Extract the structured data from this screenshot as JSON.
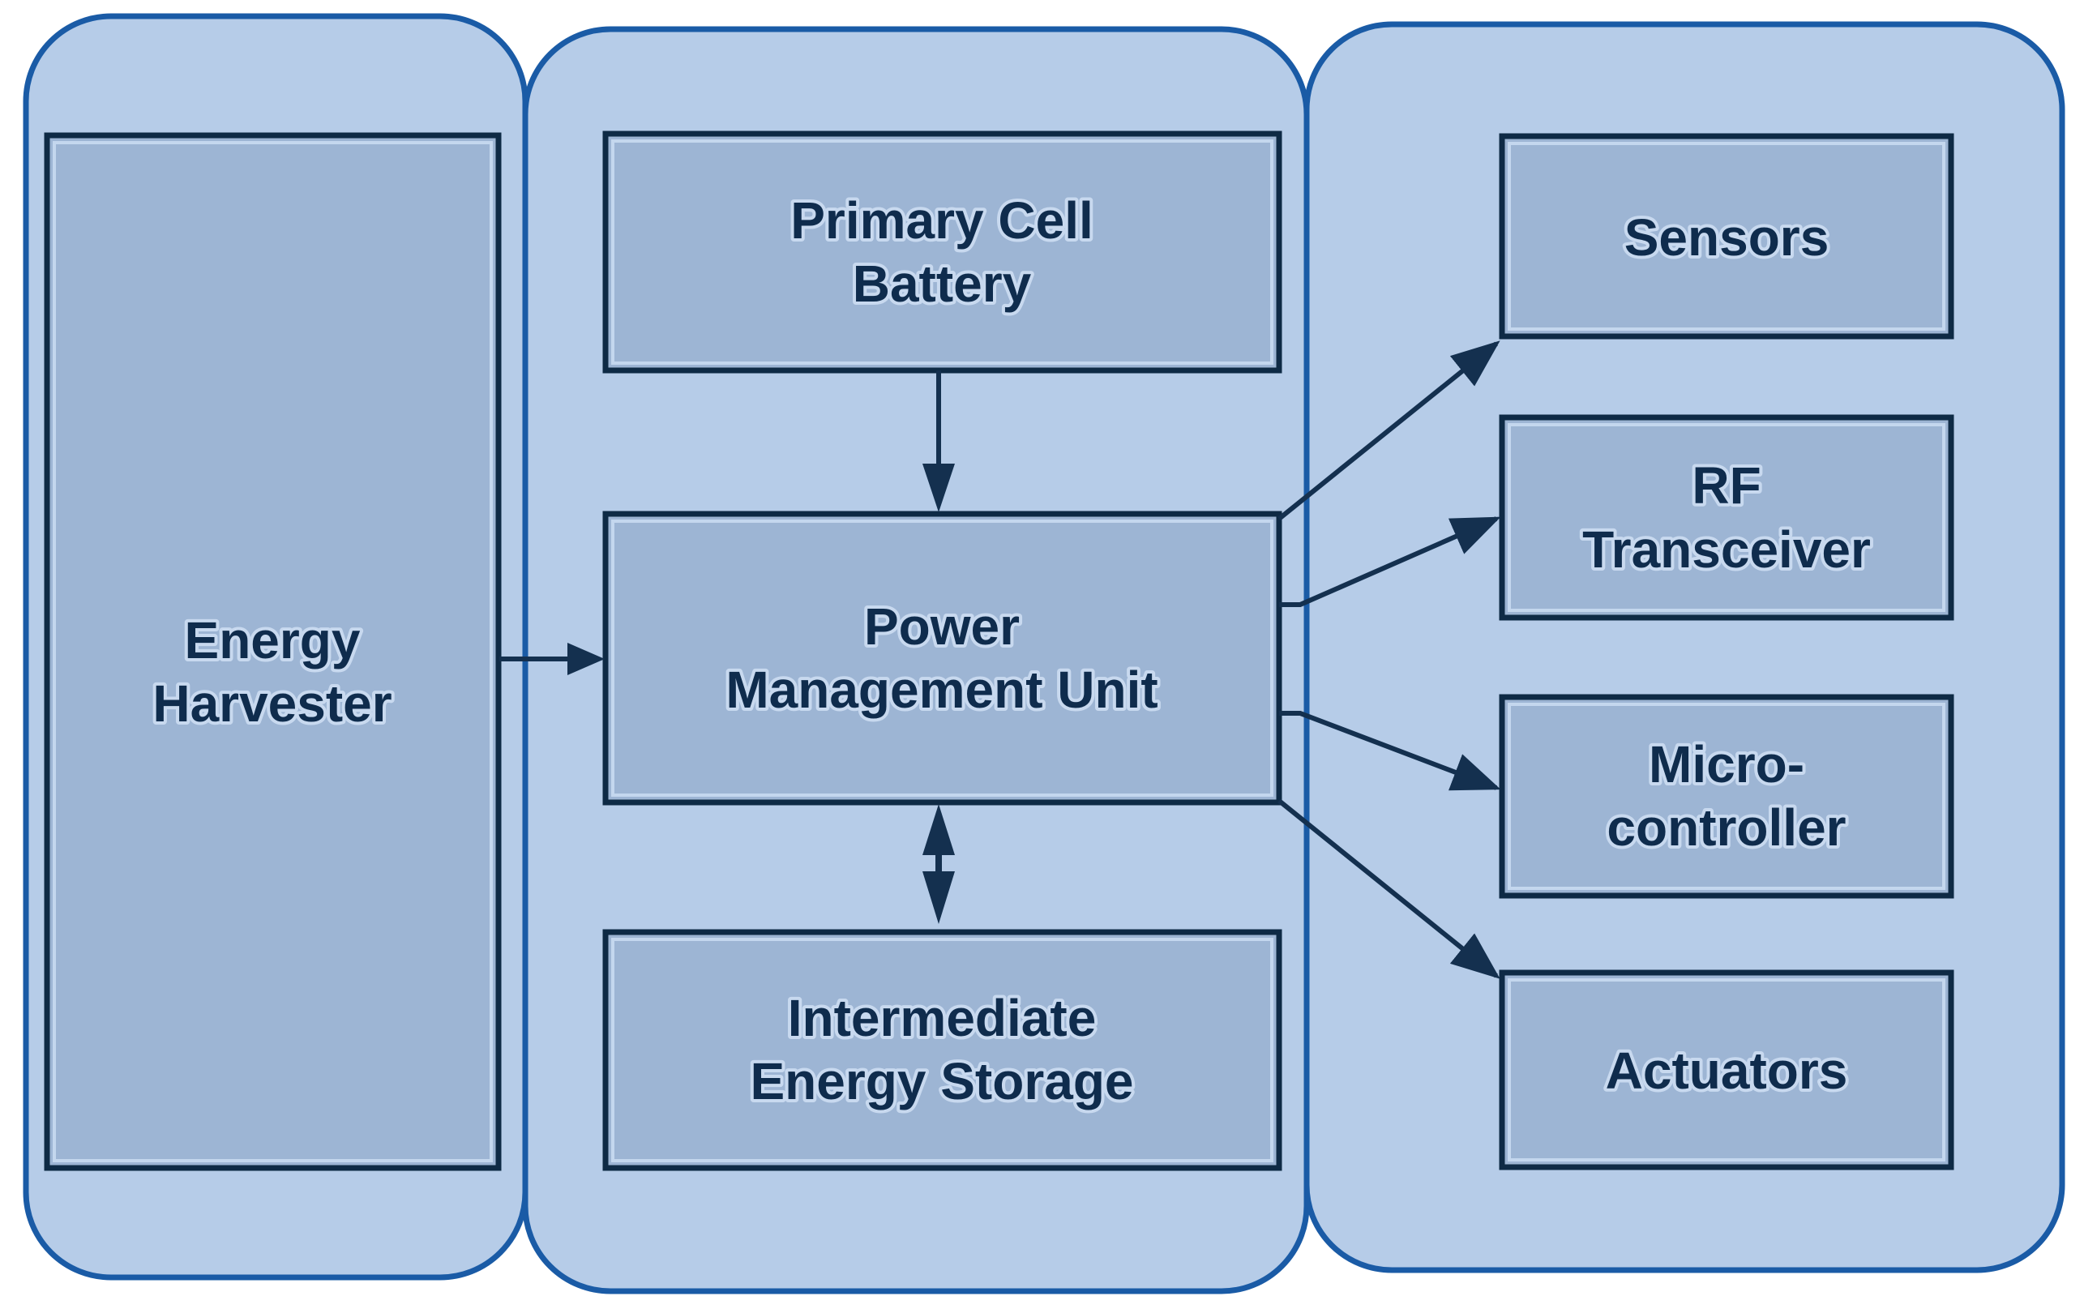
{
  "colors": {
    "background": "#ffffff",
    "container_fill": "#b6cce8",
    "container_border": "#1a5ba6",
    "box_fill": "#9db5d4",
    "box_border": "#0e2a45",
    "box_inner_highlight": "#c4d7ee",
    "text": "#0f2c4d",
    "text_halo": "#c8d9ef",
    "arrow": "#14304f"
  },
  "nodes": {
    "energy_harvester": {
      "line1": "Energy",
      "line2": "Harvester"
    },
    "primary_cell_battery": {
      "line1": "Primary Cell",
      "line2": "Battery"
    },
    "power_management_unit": {
      "line1": "Power",
      "line2": "Management Unit"
    },
    "intermediate_energy_storage": {
      "line1": "Intermediate",
      "line2": "Energy Storage"
    },
    "sensors": {
      "line1": "Sensors"
    },
    "rf_transceiver": {
      "line1": "RF",
      "line2": "Transceiver"
    },
    "microcontroller": {
      "line1": "Micro-",
      "line2": "controller"
    },
    "actuators": {
      "line1": "Actuators"
    }
  },
  "edges": [
    {
      "from": "primary_cell_battery",
      "to": "power_management_unit",
      "direction": "one-way"
    },
    {
      "from": "energy_harvester",
      "to": "power_management_unit",
      "direction": "one-way"
    },
    {
      "from": "power_management_unit",
      "to": "intermediate_energy_storage",
      "direction": "two-way"
    },
    {
      "from": "power_management_unit",
      "to": "sensors",
      "direction": "one-way"
    },
    {
      "from": "power_management_unit",
      "to": "rf_transceiver",
      "direction": "one-way"
    },
    {
      "from": "power_management_unit",
      "to": "microcontroller",
      "direction": "one-way"
    },
    {
      "from": "power_management_unit",
      "to": "actuators",
      "direction": "one-way"
    }
  ]
}
